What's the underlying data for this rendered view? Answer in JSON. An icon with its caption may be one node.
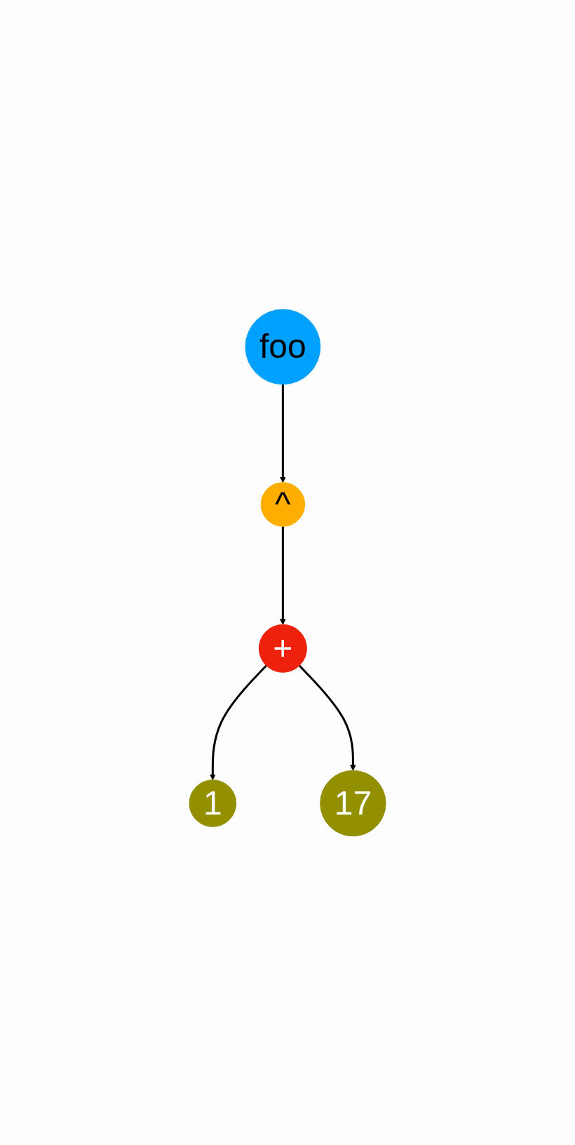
{
  "diagram": {
    "nodes": [
      {
        "text": [
          "foo"
        ]
      },
      {
        "text": [
          "^"
        ]
      },
      {
        "text": [
          "+"
        ]
      },
      {
        "text": [
          "1"
        ]
      },
      {
        "text": [
          "17"
        ]
      }
    ],
    "edges": [
      {
        "from": 0,
        "to": 1,
        "arrow": "to"
      },
      {
        "from": 1,
        "to": 2,
        "arrow": "to"
      },
      {
        "from": 2,
        "to": 3,
        "arrow": "to"
      },
      {
        "from": 2,
        "to": 4,
        "arrow": "to"
      }
    ]
  }
}
